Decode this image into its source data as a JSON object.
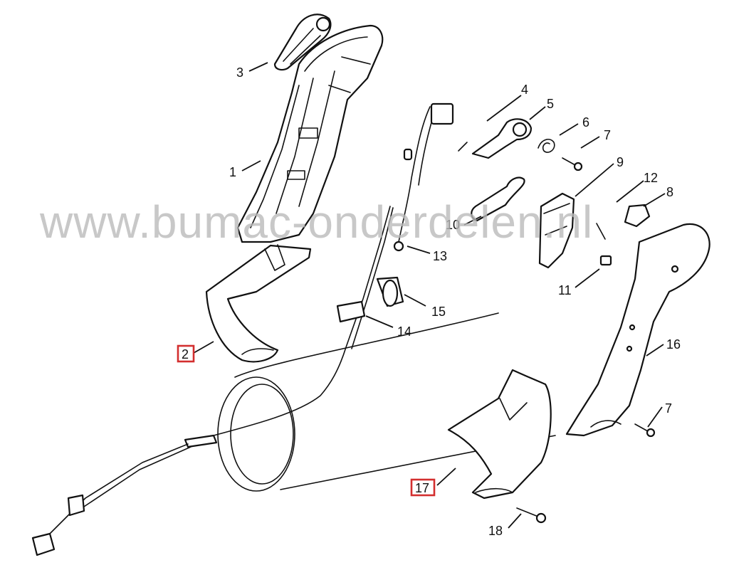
{
  "watermark": "www.bumac-onderdelen.nl",
  "colors": {
    "highlight": "#d32f2f",
    "line": "#111111",
    "watermark": "#b9b9b9"
  },
  "callouts": {
    "c1": "1",
    "c2": "2",
    "c3": "3",
    "c4": "4",
    "c5": "5",
    "c6": "6",
    "c7a": "7",
    "c7b": "7",
    "c8": "8",
    "c9": "9",
    "c10": "10",
    "c11": "11",
    "c12": "12",
    "c13": "13",
    "c14": "14",
    "c15": "15",
    "c16": "16",
    "c17": "17",
    "c18": "18"
  },
  "highlighted": [
    "2",
    "17"
  ]
}
